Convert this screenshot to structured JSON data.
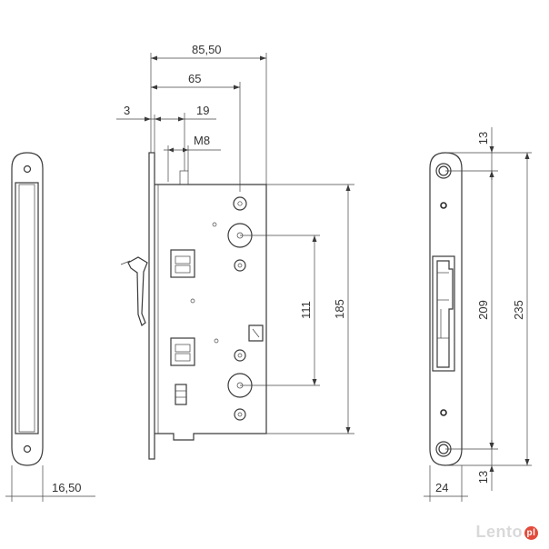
{
  "dimensions": {
    "total_width": "85,50",
    "backset": "65",
    "faceplate_offset": "3",
    "follower_offset": "19",
    "screw_thread": "M8",
    "body_height": "185",
    "handle_to_cylinder": "111",
    "faceplate_length": "235",
    "screw_spacing": "209",
    "screw_margin_top": "13",
    "screw_margin_bottom": "13",
    "faceplate_width": "24",
    "strike_width": "16,50"
  },
  "watermark": {
    "brand": "Lento",
    "mark": "pl"
  },
  "colors": {
    "line": "#3a3a3a",
    "text": "#333333",
    "background": "#ffffff"
  }
}
